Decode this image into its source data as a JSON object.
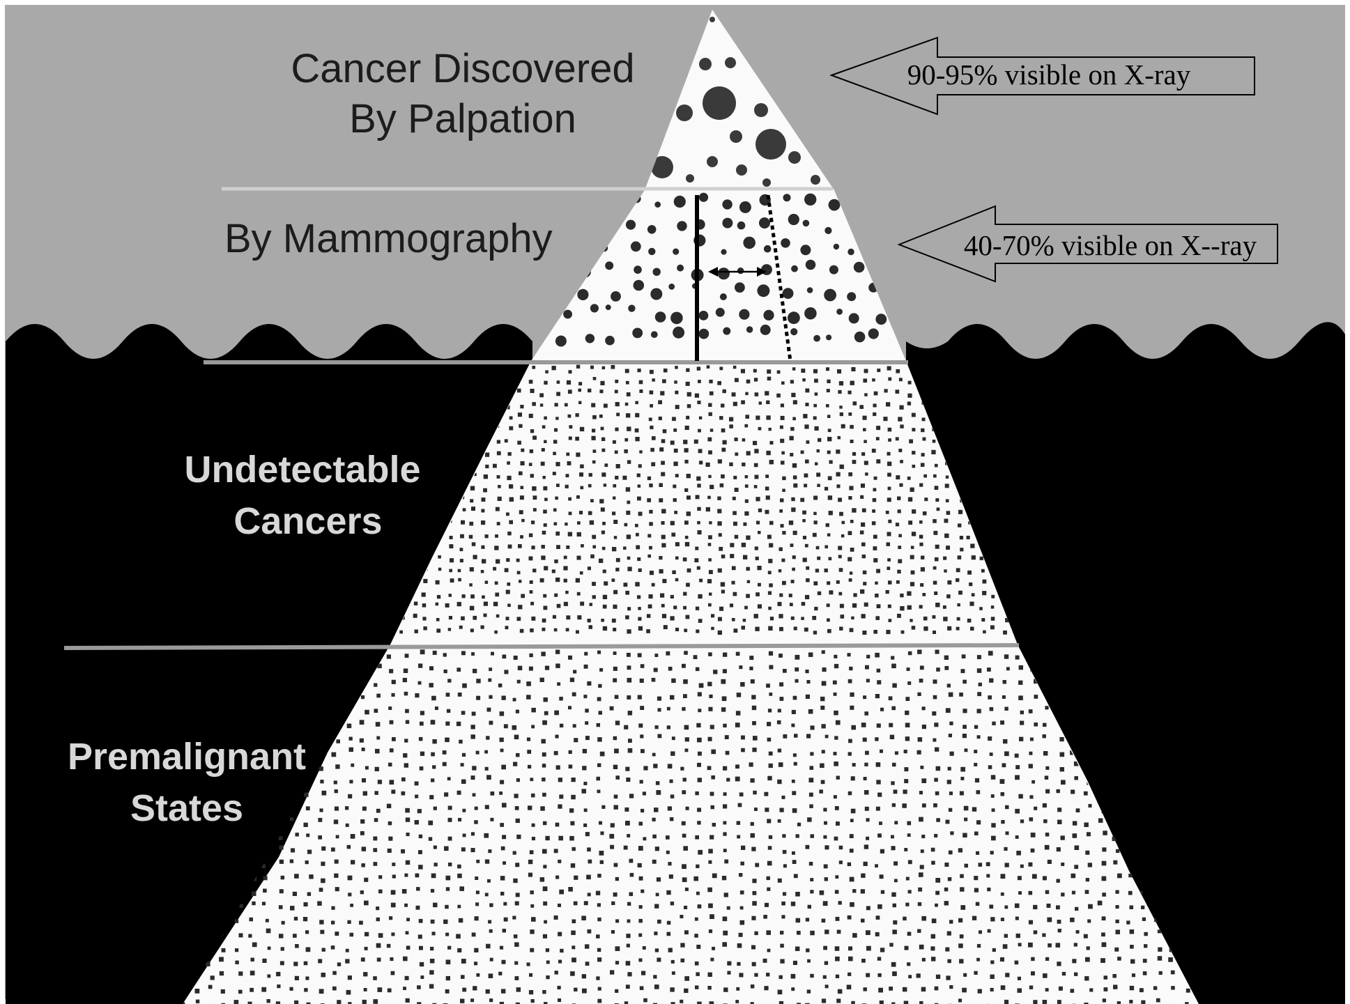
{
  "labels": {
    "palpation_line1": "Cancer Discovered",
    "palpation_line2": "By Palpation",
    "mammography": "By Mammography",
    "undetectable_line1": "Undetectable",
    "undetectable_line2": "Cancers",
    "premalignant_line1": "Premalignant",
    "premalignant_line2": "States"
  },
  "callouts": [
    {
      "text": "90-95% visible on X-ray"
    },
    {
      "text": "40-70% visible on X--ray"
    }
  ],
  "colors": {
    "sky": "#a9a9a9",
    "water": "#000000",
    "iceberg": "#fafafa",
    "dots": "#2b2b2b",
    "divider": "#bdbdbd"
  }
}
